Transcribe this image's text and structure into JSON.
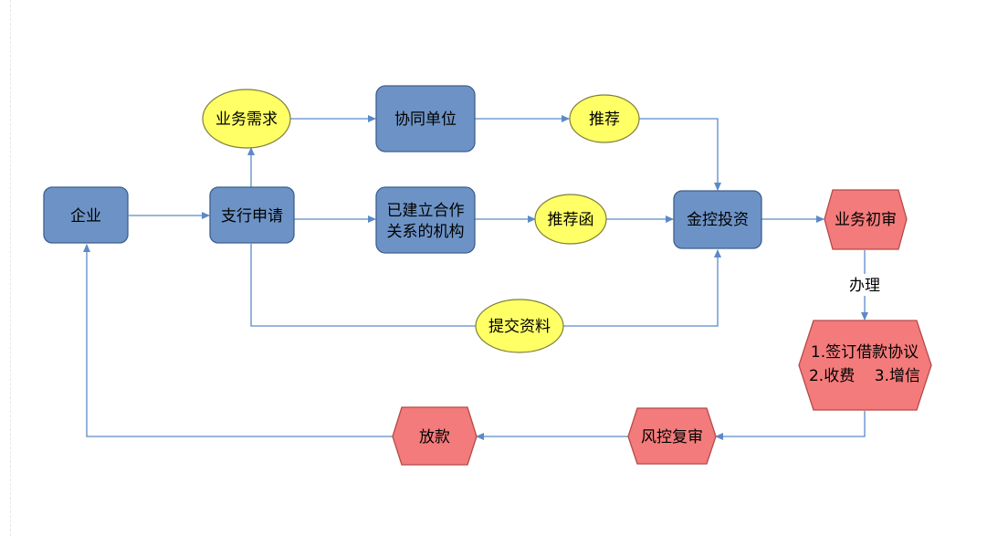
{
  "colors": {
    "process_fill": "#6d93c6",
    "process_stroke": "#3e5f8d",
    "ellipse_fill": "#ffff66",
    "ellipse_stroke": "#7f7f3b",
    "hex_fill": "#f47b7b",
    "hex_stroke": "#b44a4a",
    "arrow": "#5b8ac6"
  },
  "nodes": {
    "enterprise": "企业",
    "branch_apply": "支行申请",
    "business_need": "业务需求",
    "partner_unit": "协同单位",
    "recommend": "推荐",
    "coop_institution_1": "已建立合作",
    "coop_institution_2": "关系的机构",
    "recommend_letter": "推荐函",
    "jinkong": "金控投资",
    "business_review": "业务初审",
    "submit_docs": "提交资料",
    "sign_1": "1.签订借款协议",
    "sign_2": "2.收费    3.增信",
    "risk_review": "风控复审",
    "loan": "放款"
  },
  "edges": {
    "handle_label": "办理"
  }
}
